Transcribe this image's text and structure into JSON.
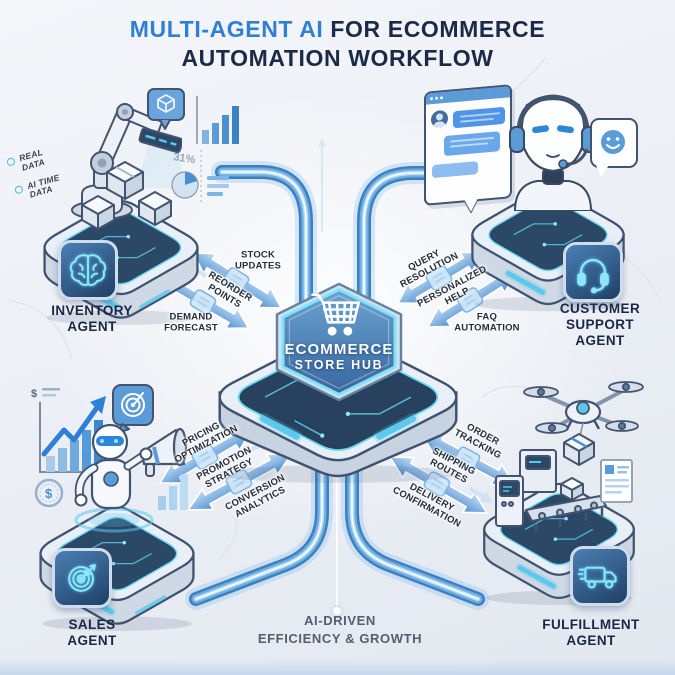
{
  "title": {
    "line1_highlight": "MULTI-AGENT AI",
    "line1_rest": " FOR ECOMMERCE",
    "line2": "AUTOMATION WORKFLOW"
  },
  "hub": {
    "line1": "ECOMMERCE",
    "line2": "STORE HUB",
    "icon": "shopping-cart"
  },
  "agents": {
    "inventory": {
      "label_line1": "INVENTORY",
      "label_line2": "AGENT",
      "icon": "brain",
      "side_labels": [
        "REAL DATA",
        "AI TIME DATA"
      ],
      "stat": "31%"
    },
    "support": {
      "label_line1": "CUSTOMER",
      "label_line2": "SUPPORT AGENT",
      "icon": "headset"
    },
    "sales": {
      "label_line1": "SALES",
      "label_line2": "AGENT",
      "icon": "target",
      "dollar": "$"
    },
    "fulfillment": {
      "label_line1": "FULFILLMENT",
      "label_line2": "AGENT",
      "icon": "delivery-truck"
    }
  },
  "flows": {
    "inventory": [
      "STOCK UPDATES",
      "REORDER POINTS",
      "DEMAND FORECAST"
    ],
    "support": [
      "QUERY RESOLUTION",
      "PERSONALIZED HELP",
      "FAQ AUTOMATION"
    ],
    "sales": [
      "PRICING OPTIMIZATION",
      "PROMOTION STRATEGY",
      "CONVERSION ANALYTICS"
    ],
    "fulfillment": [
      "ORDER TRACKING",
      "SHIPPING ROUTES",
      "DELIVERY CONFIRMATION"
    ]
  },
  "footer": {
    "line1": "AI-DRIVEN",
    "line2": "EFFICIENCY & GROWTH"
  },
  "colors": {
    "accent_blue": "#2f7fd6",
    "navy": "#1c2a47",
    "pipe_blue": "#3e7fc1",
    "cyan_glow": "#7fe3f7",
    "platform_navy": "#2c4867",
    "background": "#edf0f6"
  }
}
